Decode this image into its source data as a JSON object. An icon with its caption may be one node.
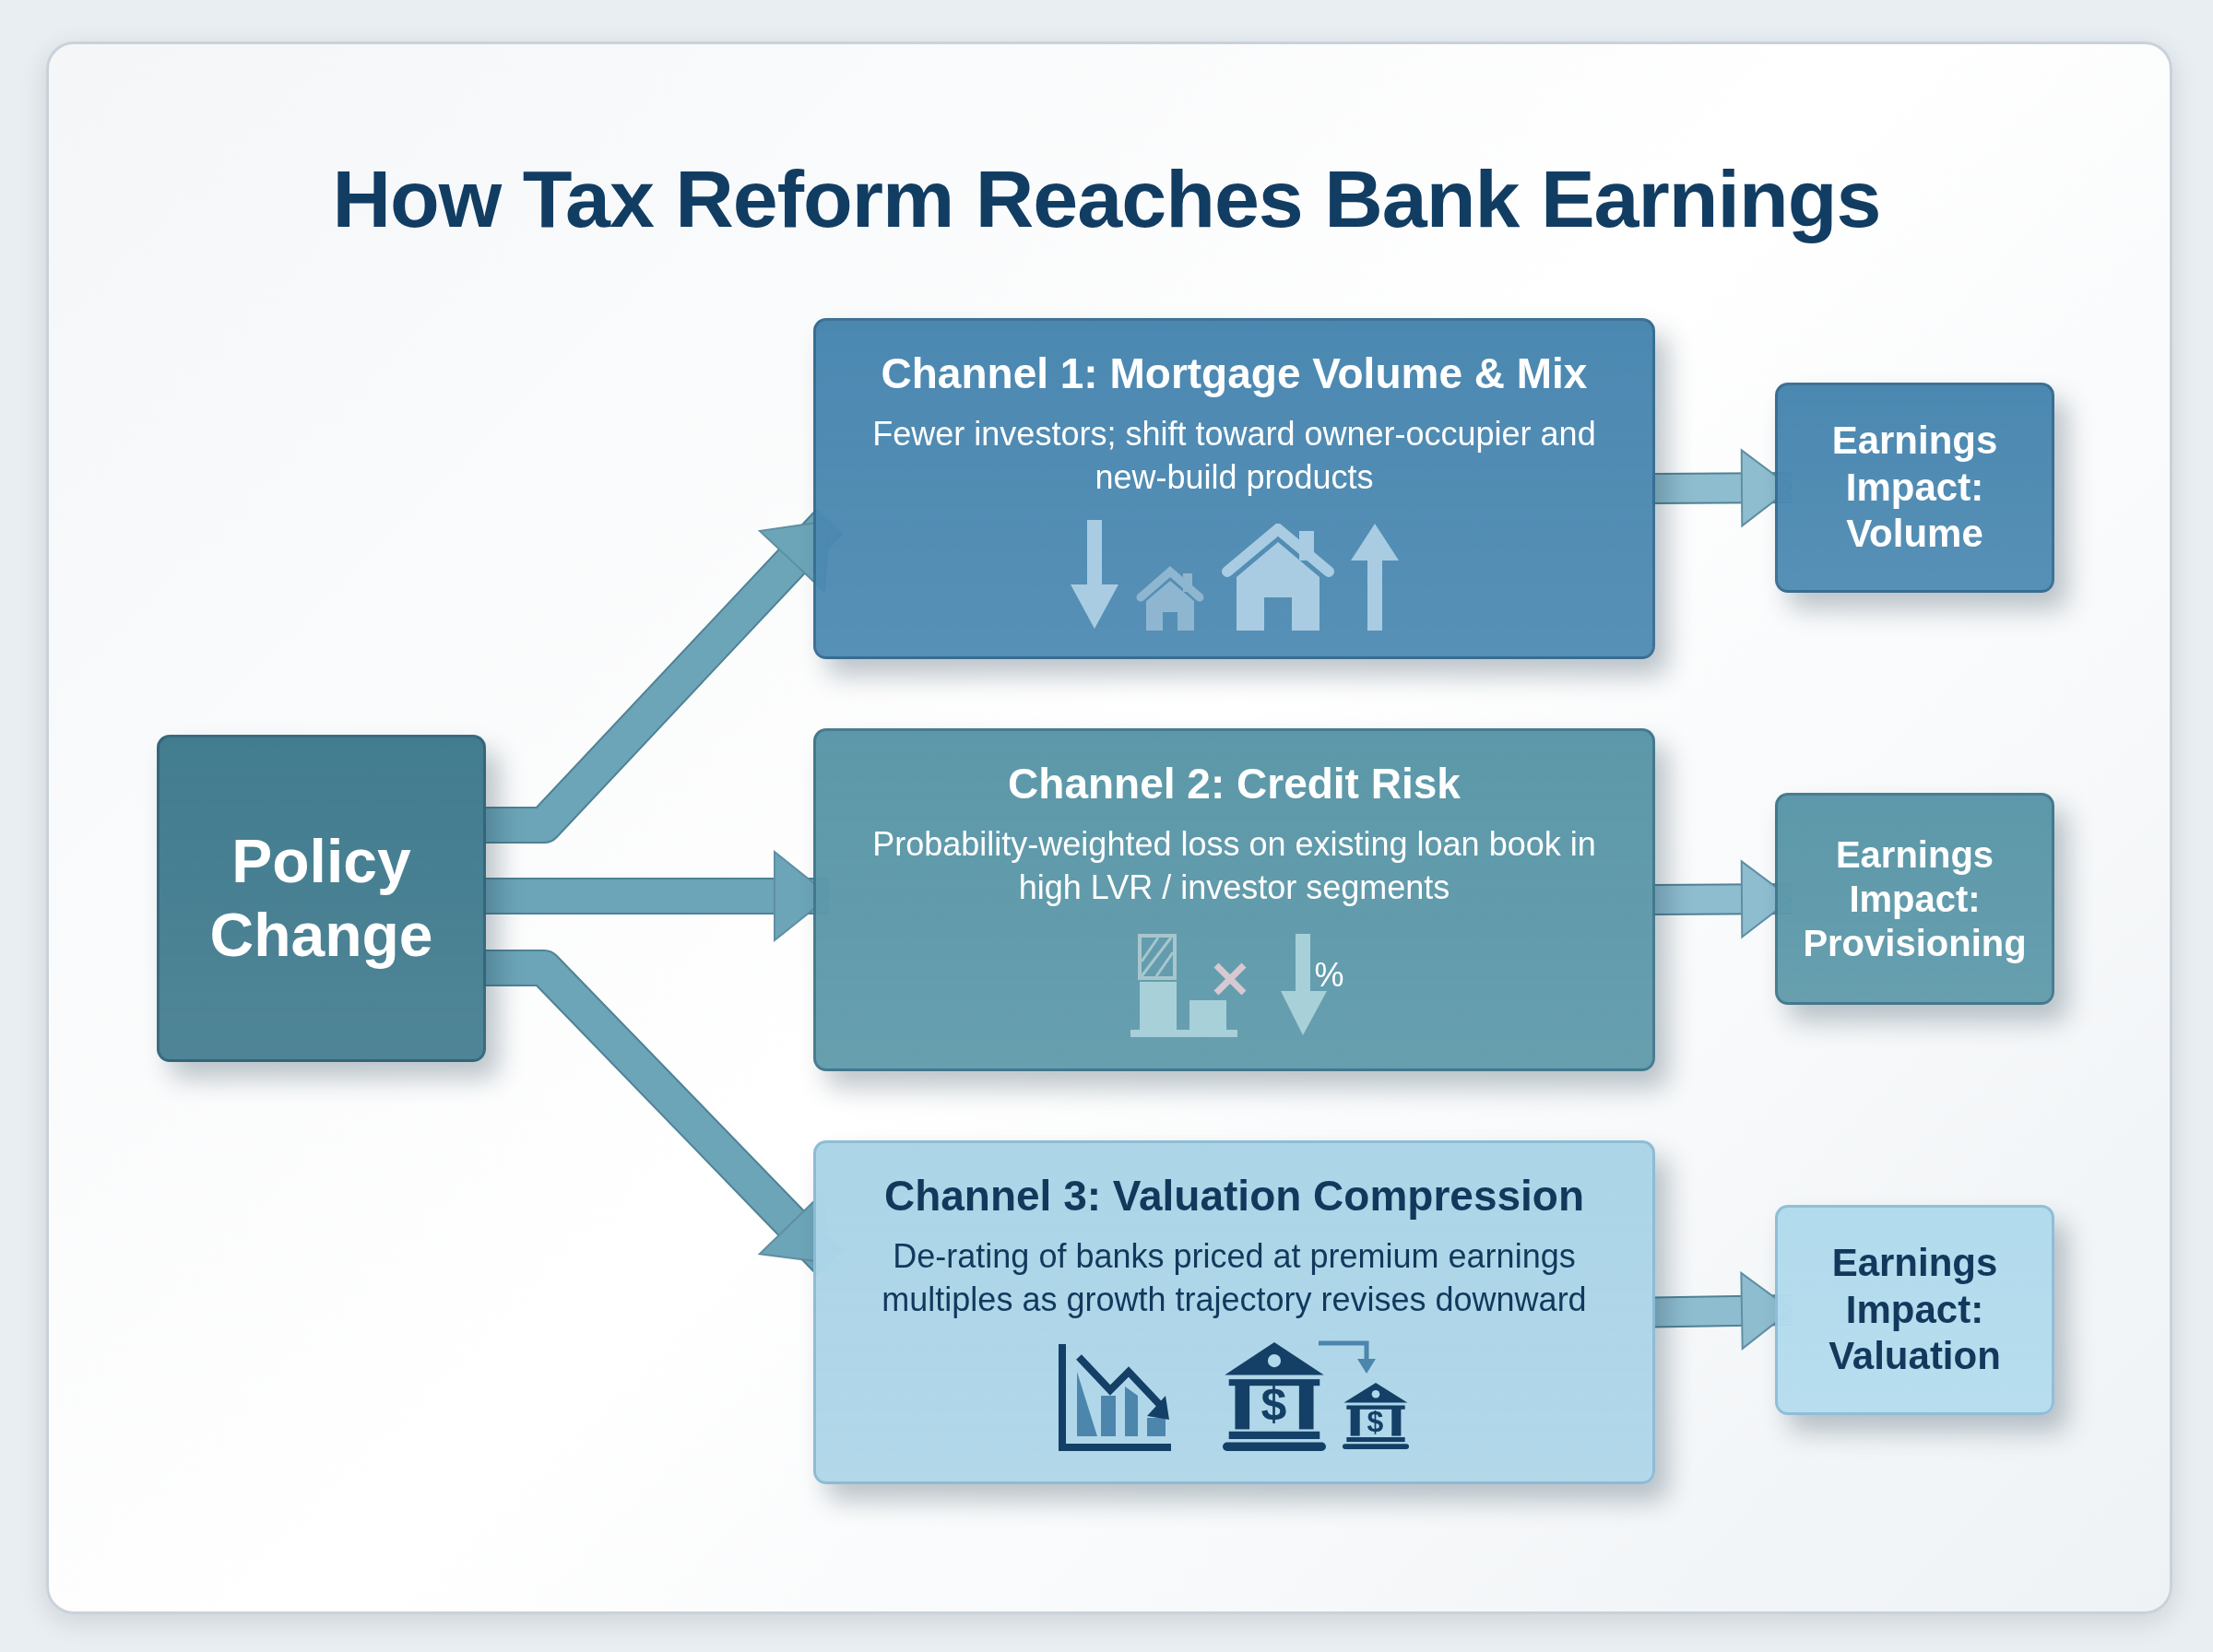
{
  "diagram": {
    "title": "How Tax Reform Reaches Bank Earnings",
    "nodes": [
      {
        "text": [
          "Policy Change"
        ]
      },
      {
        "text": [
          "Channel 1: Mortgage Volume & Mix",
          "Fewer investors; shift toward owner-occupier and new-build products"
        ]
      },
      {
        "text": [
          "Channel 2: Credit Risk",
          "Probability-weighted loss on existing loan book in high LVR / investor segments"
        ]
      },
      {
        "text": [
          "Channel 3: Valuation Compression",
          "De-rating of banks priced at premium earnings multiples as growth trajectory revises downward"
        ]
      },
      {
        "text": [
          "Earnings Impact: Volume"
        ]
      },
      {
        "text": [
          "Earnings Impact: Provisioning"
        ]
      },
      {
        "text": [
          "Earnings Impact: Valuation"
        ]
      }
    ],
    "edges": [
      {
        "from": 0,
        "to": 1,
        "arrow": "to"
      },
      {
        "from": 0,
        "to": 2,
        "arrow": "to"
      },
      {
        "from": 0,
        "to": 3,
        "arrow": "to"
      },
      {
        "from": 1,
        "to": 4,
        "arrow": "to"
      },
      {
        "from": 2,
        "to": 5,
        "arrow": "to"
      },
      {
        "from": 3,
        "to": 6,
        "arrow": "to"
      }
    ],
    "labels": [
      "%",
      "$",
      "$"
    ]
  }
}
